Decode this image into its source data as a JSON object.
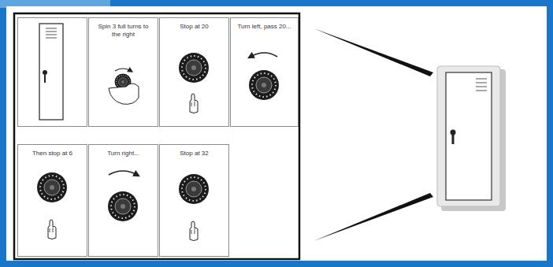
{
  "diagram": {
    "nodes": [
      {
        "text": [
          "Spin 3 full turns to the right"
        ]
      },
      {
        "text": [
          "Stop at 20"
        ]
      },
      {
        "text": [
          "Turn left, pass 20..."
        ]
      },
      {
        "text": [
          "Then stop at 6"
        ]
      },
      {
        "text": [
          "Turn right..."
        ]
      },
      {
        "text": [
          "Stop at 32"
        ]
      }
    ],
    "edges": []
  }
}
